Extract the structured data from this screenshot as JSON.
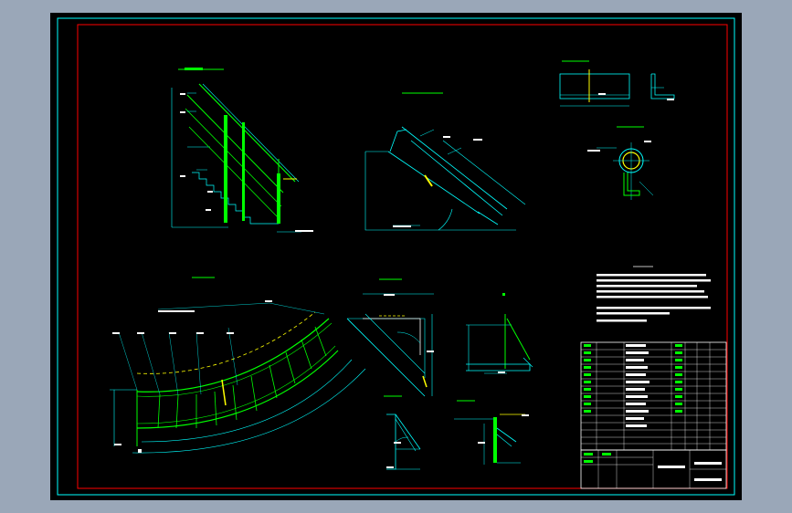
{
  "colors": {
    "background": "#9aa7b8",
    "sheet": "#000000",
    "outer_frame": "#00ffff",
    "inner_frame": "#ff0000",
    "part_geometry": "#00ff00",
    "dimensions": "#00ffff",
    "highlight": "#ffff00",
    "text": "#ffffff"
  },
  "drawing": {
    "views": [
      {
        "id": "stair-rail-elevation",
        "type": "elevation"
      },
      {
        "id": "inclined-section",
        "type": "section"
      },
      {
        "id": "channel-detail-top",
        "type": "detail"
      },
      {
        "id": "ring-node-detail",
        "type": "detail"
      },
      {
        "id": "curved-stair-plan",
        "type": "plan"
      },
      {
        "id": "angle-section",
        "type": "section"
      },
      {
        "id": "bracket-detail",
        "type": "detail"
      },
      {
        "id": "base-plate-detail",
        "type": "detail"
      },
      {
        "id": "connection-detail",
        "type": "detail"
      }
    ],
    "title_block": {
      "parts_list_rows": 14,
      "parts_list_cols": 7
    }
  }
}
